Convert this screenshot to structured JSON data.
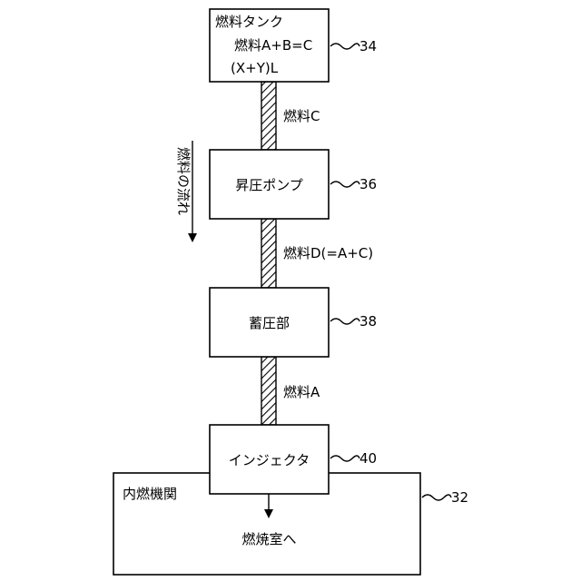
{
  "components": {
    "fuel_tank": {
      "title": "燃料タンク",
      "line1": "燃料A+B=C",
      "line2": "(X+Y)L",
      "ref": "34"
    },
    "boost_pump": {
      "label": "昇圧ポンプ",
      "ref": "36"
    },
    "accumulator": {
      "label": "蓄圧部",
      "ref": "38"
    },
    "injector": {
      "label": "インジェクタ",
      "ref": "40"
    },
    "engine": {
      "label": "内燃機関",
      "ref": "32",
      "chamber_label": "燃焼室へ"
    }
  },
  "pipes": {
    "tank_to_pump": {
      "label": "燃料C"
    },
    "pump_to_accumulator": {
      "label": "燃料D(=A+C)"
    },
    "accumulator_to_injector": {
      "label": "燃料A"
    }
  },
  "flow_direction": {
    "label": "燃料の流れ"
  }
}
